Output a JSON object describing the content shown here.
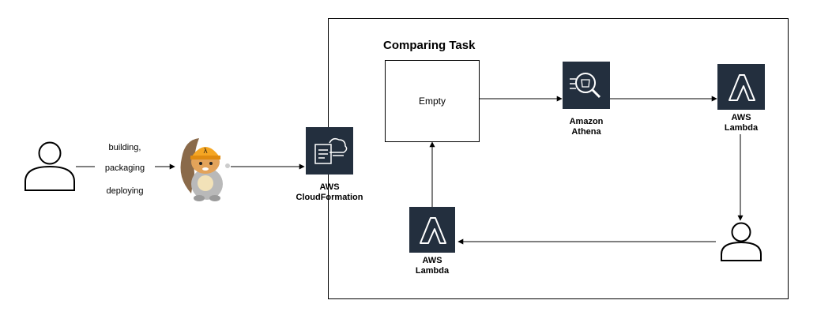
{
  "diagram": {
    "title": "Comparing Task",
    "user_flow_lines": [
      "building,",
      "packaging",
      "deploying"
    ],
    "nodes": {
      "user_left": {
        "icon": "user-icon"
      },
      "sam_mascot": {
        "icon": "squirrel-mascot-icon"
      },
      "cloudformation": {
        "icon": "cloudformation-icon",
        "label_lines": [
          "AWS",
          "CloudFormation"
        ]
      },
      "empty_box": {
        "label": "Empty"
      },
      "athena": {
        "icon": "athena-icon",
        "label_lines": [
          "Amazon",
          "Athena"
        ]
      },
      "lambda_right": {
        "icon": "lambda-icon",
        "label_lines": [
          "AWS",
          "Lambda"
        ]
      },
      "user_right": {
        "icon": "user-icon"
      },
      "lambda_bottom": {
        "icon": "lambda-icon",
        "label_lines": [
          "AWS",
          "Lambda"
        ]
      }
    },
    "colors": {
      "aws_icon_bg": "#232f3e",
      "mascot_orange": "#f5a623",
      "line": "#000000"
    }
  }
}
